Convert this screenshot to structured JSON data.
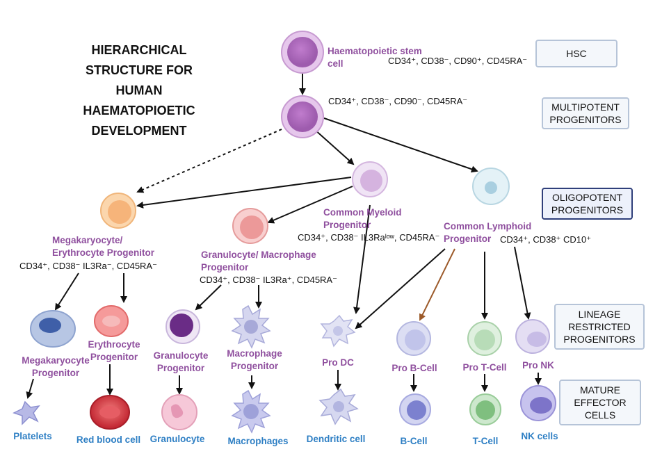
{
  "title_lines": [
    "HIERARCHICAL",
    "STRUCTURE FOR",
    "HUMAN",
    "HAEMATOPIOETIC",
    "DEVELOPMENT"
  ],
  "levels": {
    "hsc": "HSC",
    "multipotent": "MULTIPOTENT PROGENITORS",
    "oligopotent": "OLIGOPOTENT PROGENITORS",
    "lineage": "LINEAGE RESTRICTED PROGENITORS",
    "mature": "MATURE EFFECTOR CELLS"
  },
  "cells": {
    "hsc": "Haematopoietic stem cell",
    "mep": "Megakaryocyte/ Erythrocyte Progenitor",
    "gmp": "Granulocyte/ Macrophage Progenitor",
    "cmp": "Common Myeloid Progenitor",
    "clp": "Common Lymphoid Progenitor",
    "mkp": "Megakaryocyte Progenitor",
    "erp": "Erythrocyte Progenitor",
    "grp": "Granulocyte Progenitor",
    "map": "Macrophage Progenitor",
    "prodc": "Pro DC",
    "probcell": "Pro B-Cell",
    "protcell": "Pro T-Cell",
    "pronk": "Pro NK"
  },
  "mature": {
    "platelets": "Platelets",
    "rbc": "Red blood cell",
    "granulocyte": "Granulocyte",
    "macrophages": "Macrophages",
    "dendritic": "Dendritic cell",
    "bcell": "B-Cell",
    "tcell": "T-Cell",
    "nkcells": "NK cells"
  },
  "markers": {
    "hsc": "CD34⁺, CD38⁻, CD90⁺, CD45RA⁻",
    "mpp": "CD34⁺, CD38⁻, CD90⁻, CD45RA⁻",
    "cmp": "CD34⁺, CD38⁻ IL3Raˡᵒʷ, CD45RA⁻",
    "clp": "CD34⁺, CD38⁺ CD10⁺",
    "mep": "CD34⁺, CD38⁻ IL3Ra⁻, CD45RA⁻",
    "gmp": "CD34⁺, CD38⁻ IL3Ra⁺, CD45RA⁻"
  },
  "colors": {
    "purple_label": "#8f4f9e",
    "blue_label": "#2e7fc4",
    "hsc_cell": "#c98bd3",
    "mep_cell": "#f6b87e",
    "gmp_cell": "#ef9f9f",
    "cmp_cell": "#d8b8e4",
    "clp_cell": "#c8e4ee",
    "brown_arrow": "#9c5a2a"
  }
}
